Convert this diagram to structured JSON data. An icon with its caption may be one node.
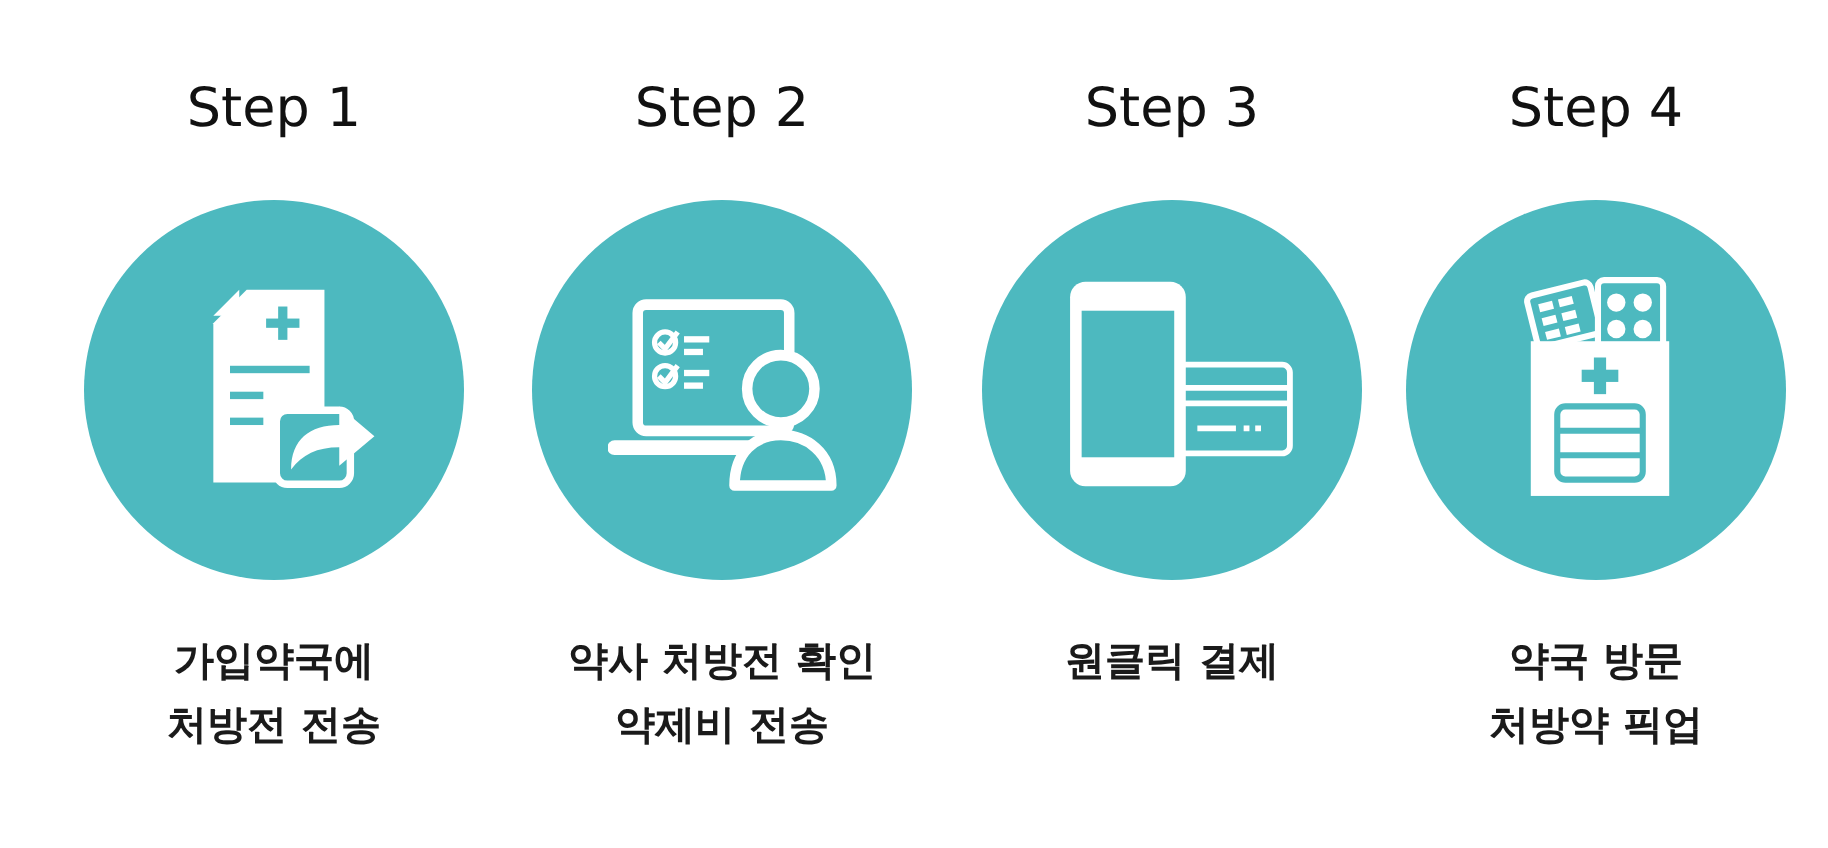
{
  "diagram": {
    "nodes": [
      {
        "text": [
          "Step 1"
        ],
        "beside": [
          "가입약국에 처방전 전송"
        ]
      },
      {
        "text": [
          "Step 2"
        ],
        "beside": [
          "약사 처방전 확인 약제비 전송"
        ]
      },
      {
        "text": [
          "Step 3"
        ],
        "beside": [
          "원클릭 결제"
        ]
      },
      {
        "text": [
          "Step 4"
        ],
        "beside": [
          "약국 방문 처방약 픽업"
        ]
      }
    ]
  }
}
